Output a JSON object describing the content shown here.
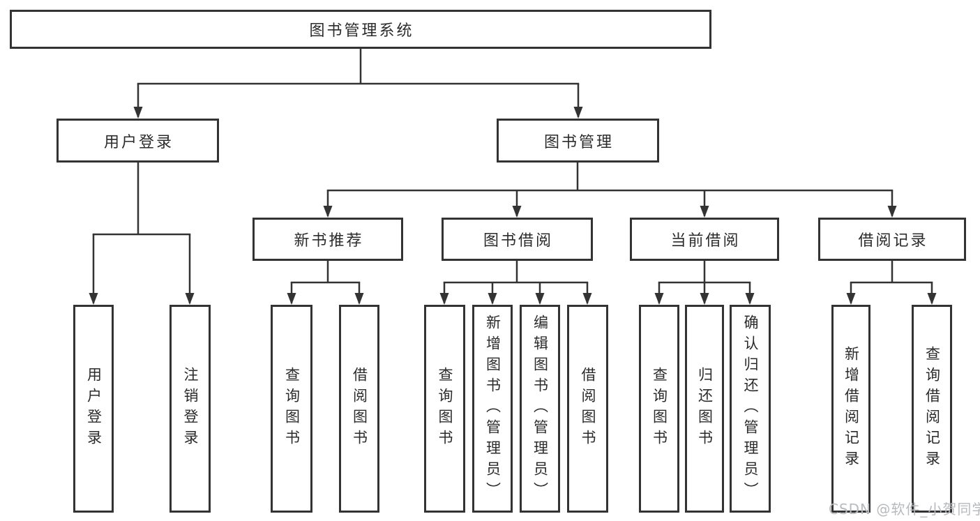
{
  "diagram": {
    "root": {
      "label": "图书管理系统"
    },
    "level2": [
      {
        "label": "用户登录"
      },
      {
        "label": "图书管理"
      }
    ],
    "level3": [
      {
        "label": "新书推荐"
      },
      {
        "label": "图书借阅"
      },
      {
        "label": "当前借阅"
      },
      {
        "label": "借阅记录"
      }
    ],
    "leaves": {
      "user_login": [
        "用户登录",
        "注销登录"
      ],
      "new_book_rec": [
        "查询图书",
        "借阅图书"
      ],
      "book_borrow": [
        "查询图书",
        "新增图书（管理员）",
        "编辑图书（管理员）",
        "借阅图书"
      ],
      "current_borrow": [
        "查询图书",
        "归还图书",
        "确认归还（管理员）"
      ],
      "borrow_record": [
        "新增借阅记录",
        "查询借阅记录"
      ]
    }
  },
  "watermark": {
    "text": "CSDN @软件_小贺同学"
  },
  "colors": {
    "line": "#333333",
    "text": "#2b2b2b",
    "watermark": "#b7babd",
    "background": "#ffffff"
  }
}
